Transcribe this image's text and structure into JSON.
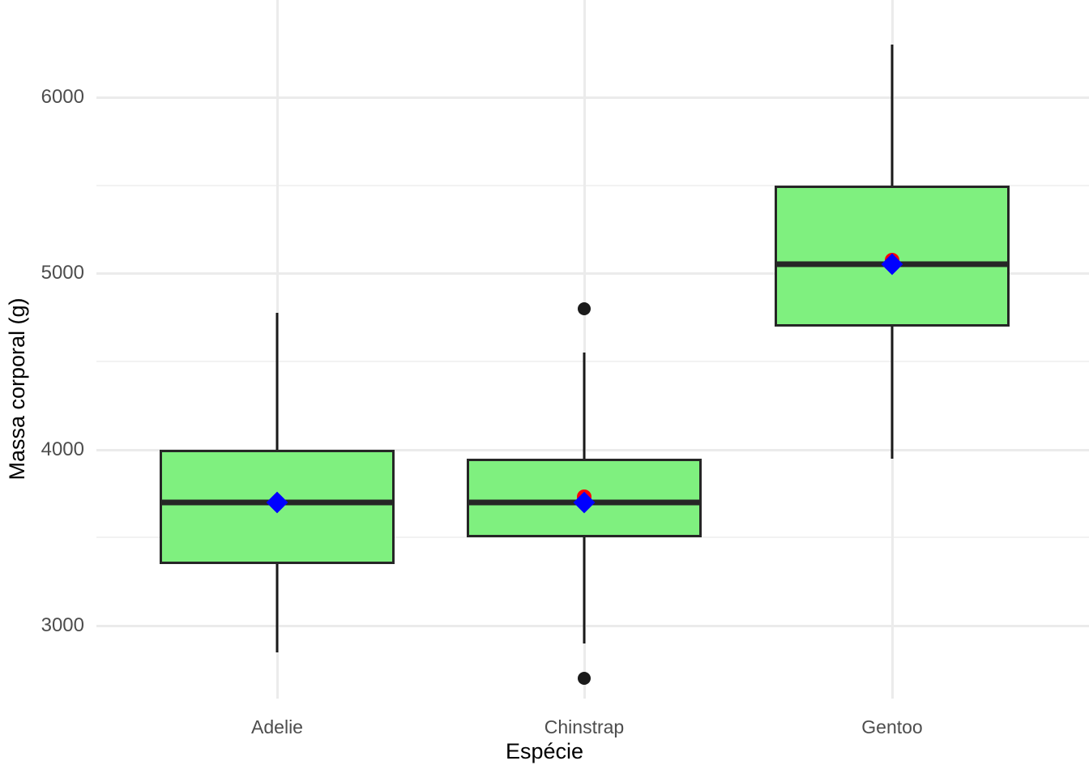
{
  "chart_data": {
    "type": "boxplot",
    "title": "",
    "xlabel": "Espécie",
    "ylabel": "Massa corporal (g)",
    "categories": [
      "Adelie",
      "Chinstrap",
      "Gentoo"
    ],
    "ylim": [
      2600,
      6400
    ],
    "y_major_ticks": [
      3000,
      4000,
      5000,
      6000
    ],
    "y_major_tick_labels": [
      "3000",
      "4000",
      "5000",
      "6000"
    ],
    "y_minor_ticks": [
      3500,
      4500,
      5500
    ],
    "grid": true,
    "legend": "none",
    "box_fill_color": "#7ff07f",
    "box_line_color": "#262626",
    "mean_marker_color": "#ff0000",
    "median_marker_color": "#0000ff",
    "outlier_color": "#1a1a1a",
    "panel_background": "#ffffff",
    "gridline_color": "#ebebeb",
    "boxes": [
      {
        "category": "Adelie",
        "lower_whisker": 2850,
        "q1": 3350,
        "median": 3700,
        "q3": 4000,
        "upper_whisker": 4775,
        "mean": 3700,
        "outliers": []
      },
      {
        "category": "Chinstrap",
        "lower_whisker": 2900,
        "q1": 3500,
        "median": 3700,
        "q3": 3950,
        "upper_whisker": 4550,
        "mean": 3733,
        "outliers": [
          4800,
          2700
        ]
      },
      {
        "category": "Gentoo",
        "lower_whisker": 3950,
        "q1": 4700,
        "median": 5050,
        "q3": 5500,
        "upper_whisker": 6300,
        "mean": 5076,
        "outliers": []
      }
    ]
  }
}
